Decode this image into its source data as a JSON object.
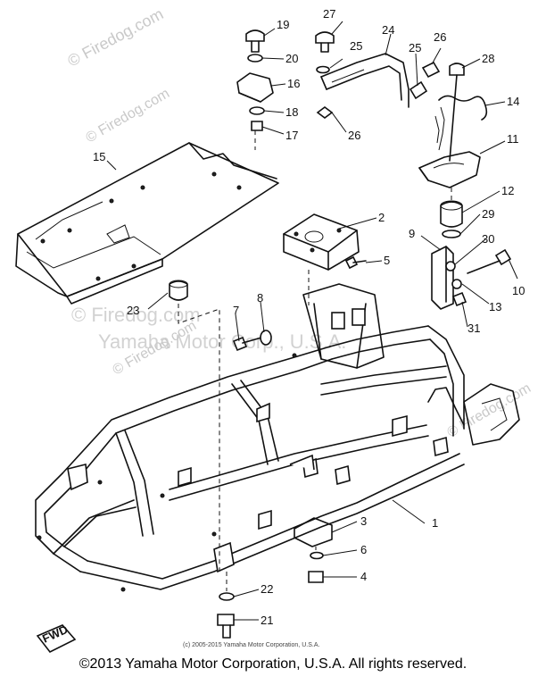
{
  "watermarks": {
    "top_right": "© Firedog.com",
    "left": "© Firedog.com",
    "center": "Yamaha Motor Corp., U.S.A.",
    "bottom_right": "© Firedog.com"
  },
  "inner_copyright": "(c) 2005-2015 Yamaha Motor Corporation, U.S.A.",
  "fwd_label": "FWD",
  "callouts": [
    "1",
    "2",
    "3",
    "4",
    "5",
    "6",
    "7",
    "8",
    "9",
    "10",
    "11",
    "12",
    "13",
    "14",
    "15",
    "16",
    "17",
    "18",
    "19",
    "20",
    "21",
    "22",
    "23",
    "24",
    "25",
    "25",
    "26",
    "26",
    "27",
    "28",
    "29",
    "30",
    "31"
  ],
  "copyright": "©2013 Yamaha Motor Corporation, U.S.A. All rights reserved."
}
